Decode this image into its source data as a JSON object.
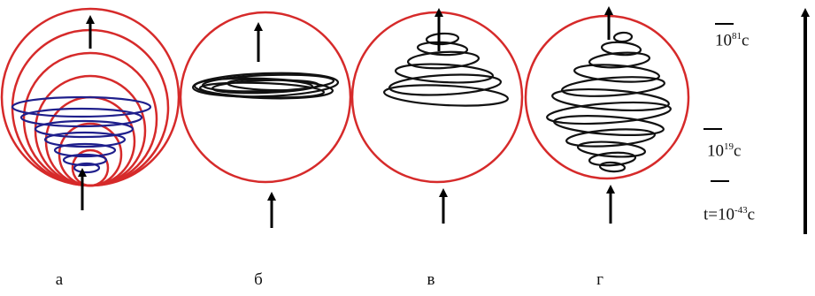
{
  "panels": [
    {
      "id": "a",
      "label": "а"
    },
    {
      "id": "b",
      "label": "б"
    },
    {
      "id": "v",
      "label": "в"
    },
    {
      "id": "g",
      "label": "г"
    }
  ],
  "time_scale": {
    "top": {
      "base": "10",
      "exp": "81",
      "unit": "c"
    },
    "middle": {
      "base": "10",
      "exp": "19",
      "unit": "c"
    },
    "bottom": {
      "prefix": "t=",
      "base": "10",
      "exp": "-43",
      "unit": "c"
    }
  },
  "colors": {
    "sphere": "#d62a2a",
    "spiral_a": "#1f1f8c",
    "spiral": "#111111",
    "arrow": "#000000"
  }
}
